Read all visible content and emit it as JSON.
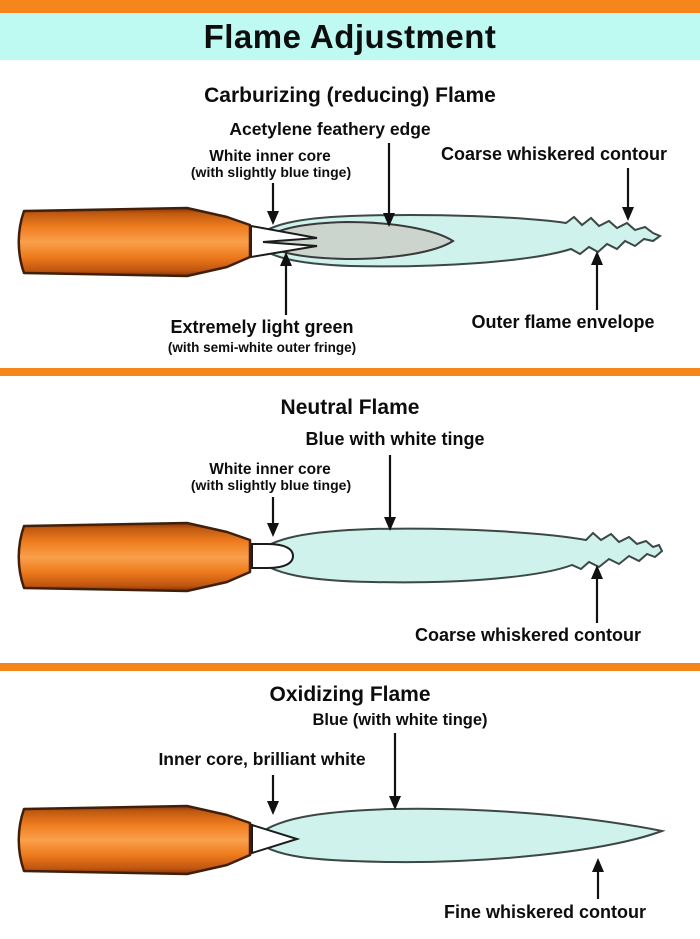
{
  "title": "Flame Adjustment",
  "sections": {
    "carburizing": {
      "heading": "Carburizing (reducing) Flame",
      "labels": {
        "feathery_edge": "Acetylene feathery edge",
        "inner_core": "White inner core",
        "inner_core_note": "(with slightly blue tinge)",
        "coarse_contour": "Coarse whiskered contour",
        "light_green": "Extremely light green",
        "light_green_note": "(with semi-white outer fringe)",
        "outer_envelope": "Outer flame envelope"
      }
    },
    "neutral": {
      "heading": "Neutral Flame",
      "labels": {
        "blue_white_tinge": "Blue with white tinge",
        "inner_core": "White inner core",
        "inner_core_note": "(with slightly blue tinge)",
        "coarse_contour": "Coarse whiskered contour"
      }
    },
    "oxidizing": {
      "heading": "Oxidizing Flame",
      "labels": {
        "blue_white_tinge": "Blue (with white tinge)",
        "inner_core": "Inner core, brilliant white",
        "fine_contour": "Fine whiskered contour"
      }
    }
  },
  "colors": {
    "accent_bar_orange": "#F6861C",
    "title_band_cyan": "#BEFAF2",
    "flame_envelope_cyan": "#CFF2EC",
    "acetylene_feather_gray": "#CCD5CD",
    "torch_body_orange": "#EF7D1F",
    "outline_dark": "#3C4845",
    "text_black": "#0D0D0D"
  }
}
